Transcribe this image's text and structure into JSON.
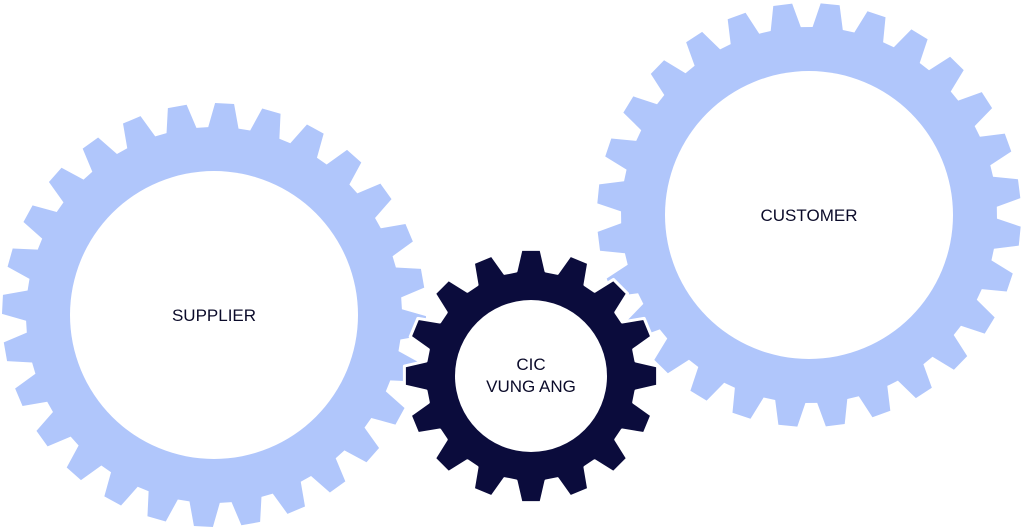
{
  "colors": {
    "outer_gear": "#b0c6fb",
    "center_gear": "#0b0c3c",
    "hub": "#ffffff",
    "label_text": "#0b0b2a"
  },
  "gears": {
    "supplier": {
      "label": "SUPPLIER"
    },
    "center": {
      "label_line1": "CIC",
      "label_line2": "VUNG ANG"
    },
    "customer": {
      "label": "CUSTOMER"
    }
  }
}
